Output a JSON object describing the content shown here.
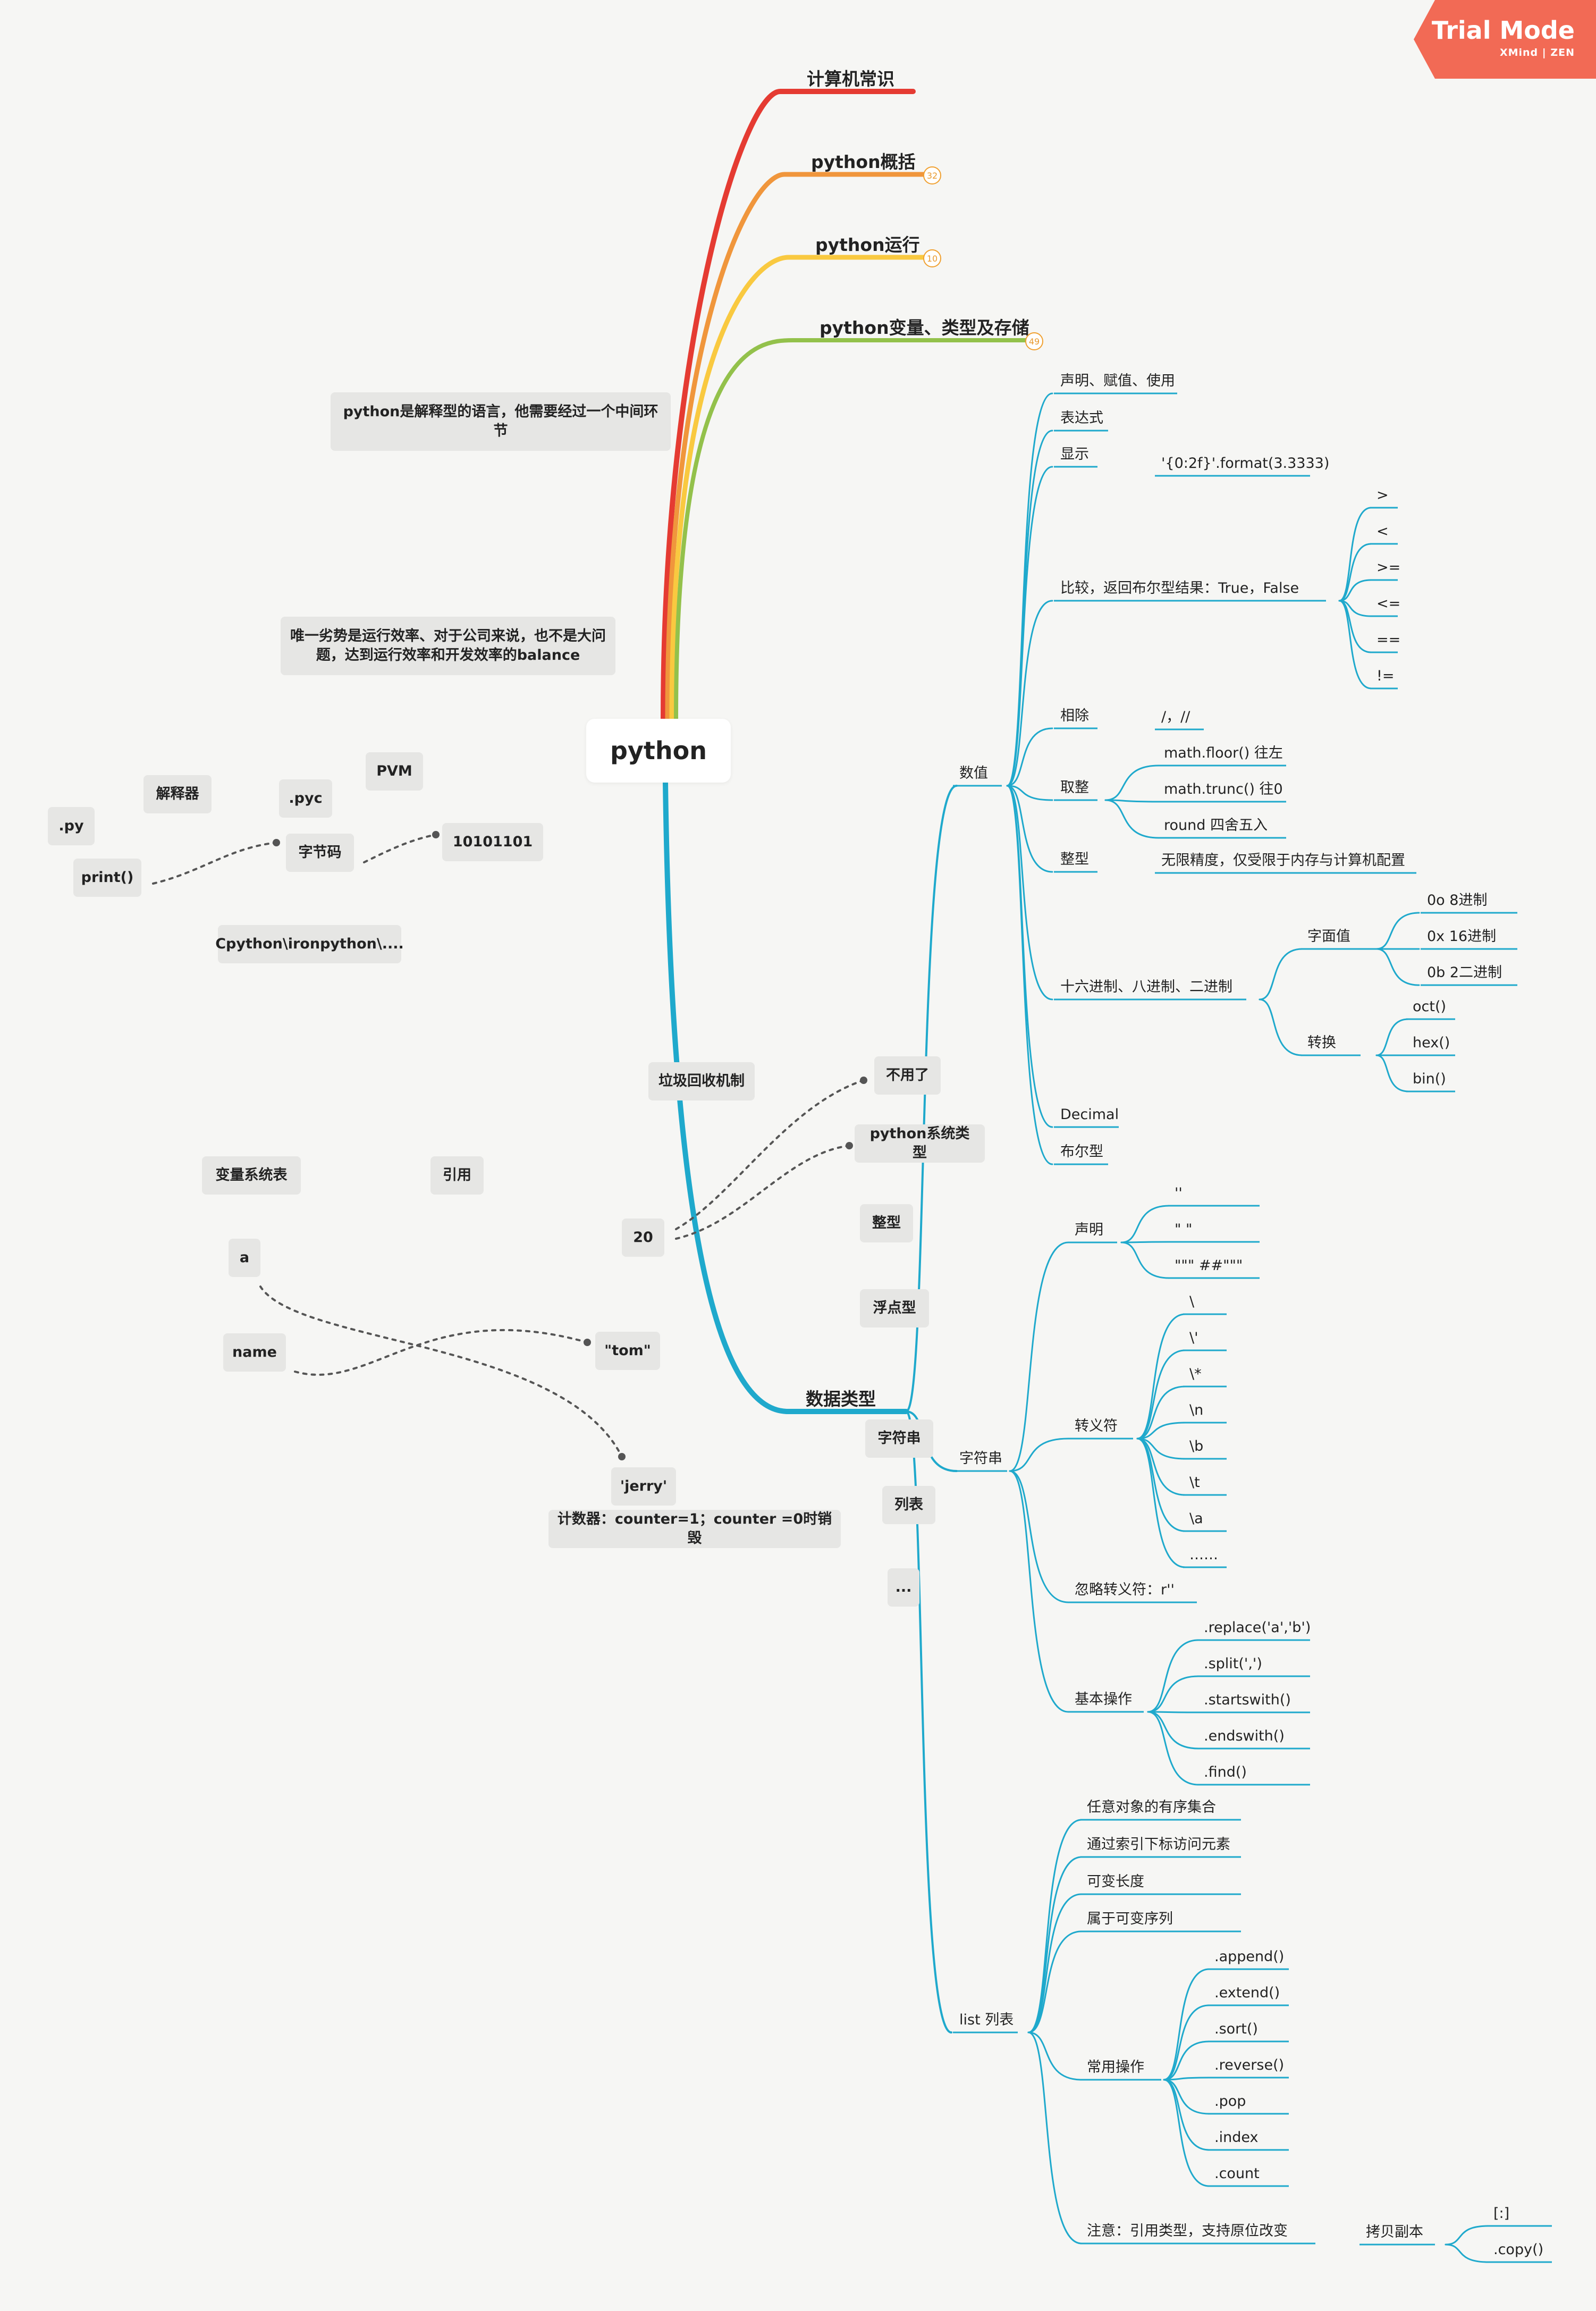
{
  "watermark": {
    "title": "Trial Mode",
    "brand": "XMind",
    "brand_suffix": "ZEN",
    "color": "#f26a55"
  },
  "root": {
    "label": "python"
  },
  "colors": {
    "red": "#e53b32",
    "orange": "#f0963c",
    "yellow": "#f9c940",
    "green": "#93c14b",
    "teal": "#1fa9cc"
  },
  "main_branches": {
    "b1": {
      "label": "计算机常识"
    },
    "b2": {
      "label": "python概括",
      "count": "32"
    },
    "b3": {
      "label": "python运行",
      "count": "10"
    },
    "b4": {
      "label": "python变量、类型及存储",
      "count": "49"
    },
    "b5": {
      "label": "数据类型"
    }
  },
  "numeric": {
    "label": "数值",
    "items": {
      "decl": "声明、赋值、使用",
      "expr": "表达式",
      "display": "显示",
      "display_ex": "'{0:2f}'.format(3.3333)",
      "compare": "比较，返回布尔型结果：True，False",
      "ops": [
        ">",
        "<",
        ">=",
        "<=",
        "==",
        "!="
      ],
      "div": "相除",
      "div_ex": "/，//",
      "round": "取整",
      "round_ex": [
        "math.floor() 往左",
        "math.trunc() 往0",
        "round 四舍五入"
      ],
      "int": "整型",
      "int_ex": "无限精度，仅受限于内存与计算机配置",
      "hex": "十六进制、八进制、二进制",
      "literal": "字面值",
      "literal_ex": [
        "0o 8进制",
        "0x 16进制",
        "0b 2二进制"
      ],
      "convert": "转换",
      "convert_ex": [
        "oct()",
        "hex()",
        "bin()"
      ],
      "decimal": "Decimal",
      "bool": "布尔型"
    }
  },
  "string": {
    "label": "字符串",
    "decl": "声明",
    "decl_ex": [
      "''",
      "\" \"",
      "\"\"\" ##\"\"\""
    ],
    "escape": "转义符",
    "escape_ex": [
      "\\",
      "\\'",
      "\\*",
      "\\n",
      "\\b",
      "\\t",
      "\\a",
      "……"
    ],
    "ignore": "忽略转义符：r''",
    "basic": "基本操作",
    "basic_ex": [
      ".replace('a','b')",
      ".split(',')",
      ".startswith()",
      ".endswith()",
      ".find()"
    ]
  },
  "list": {
    "label": "list 列表",
    "props": [
      "任意对象的有序集合",
      "通过索引下标访问元素",
      "可变长度",
      "属于可变序列"
    ],
    "ops": "常用操作",
    "ops_ex": [
      ".append()",
      ".extend()",
      ".sort()",
      ".reverse()",
      ".pop",
      ".index",
      ".count"
    ],
    "note": "注意：引用类型，支持原位改变",
    "copy": "拷贝副本",
    "copy_ex": [
      "[:]",
      ".copy()"
    ]
  },
  "type_boxes": {
    "int": "整型",
    "float": "浮点型",
    "str": "字符串",
    "list": "列表",
    "more": "..."
  },
  "floating": {
    "interpreted": "python是解释型的语言，他需要经过一个中间环节",
    "weakness": "唯一劣势是运行效率、对于公司来说，也不是大问题，达到运行效率和开发效率的balance",
    "interpreter": "解释器",
    "pvm": "PVM",
    "py": ".py",
    "pyc": ".pyc",
    "print": "print()",
    "bytecode": "字节码",
    "binary": "10101101",
    "cpython": "Cpython\\ironpython\\....",
    "gc": "垃圾回收机制",
    "unused": "不用了",
    "systype": "python系统类型",
    "twenty": "20",
    "varsys": "变量系统表",
    "ref": "引用",
    "a": "a",
    "name": "name",
    "tom": "\"tom\"",
    "jerry": "'jerry'",
    "counter": "计数器：counter=1；counter =0时销毁"
  }
}
